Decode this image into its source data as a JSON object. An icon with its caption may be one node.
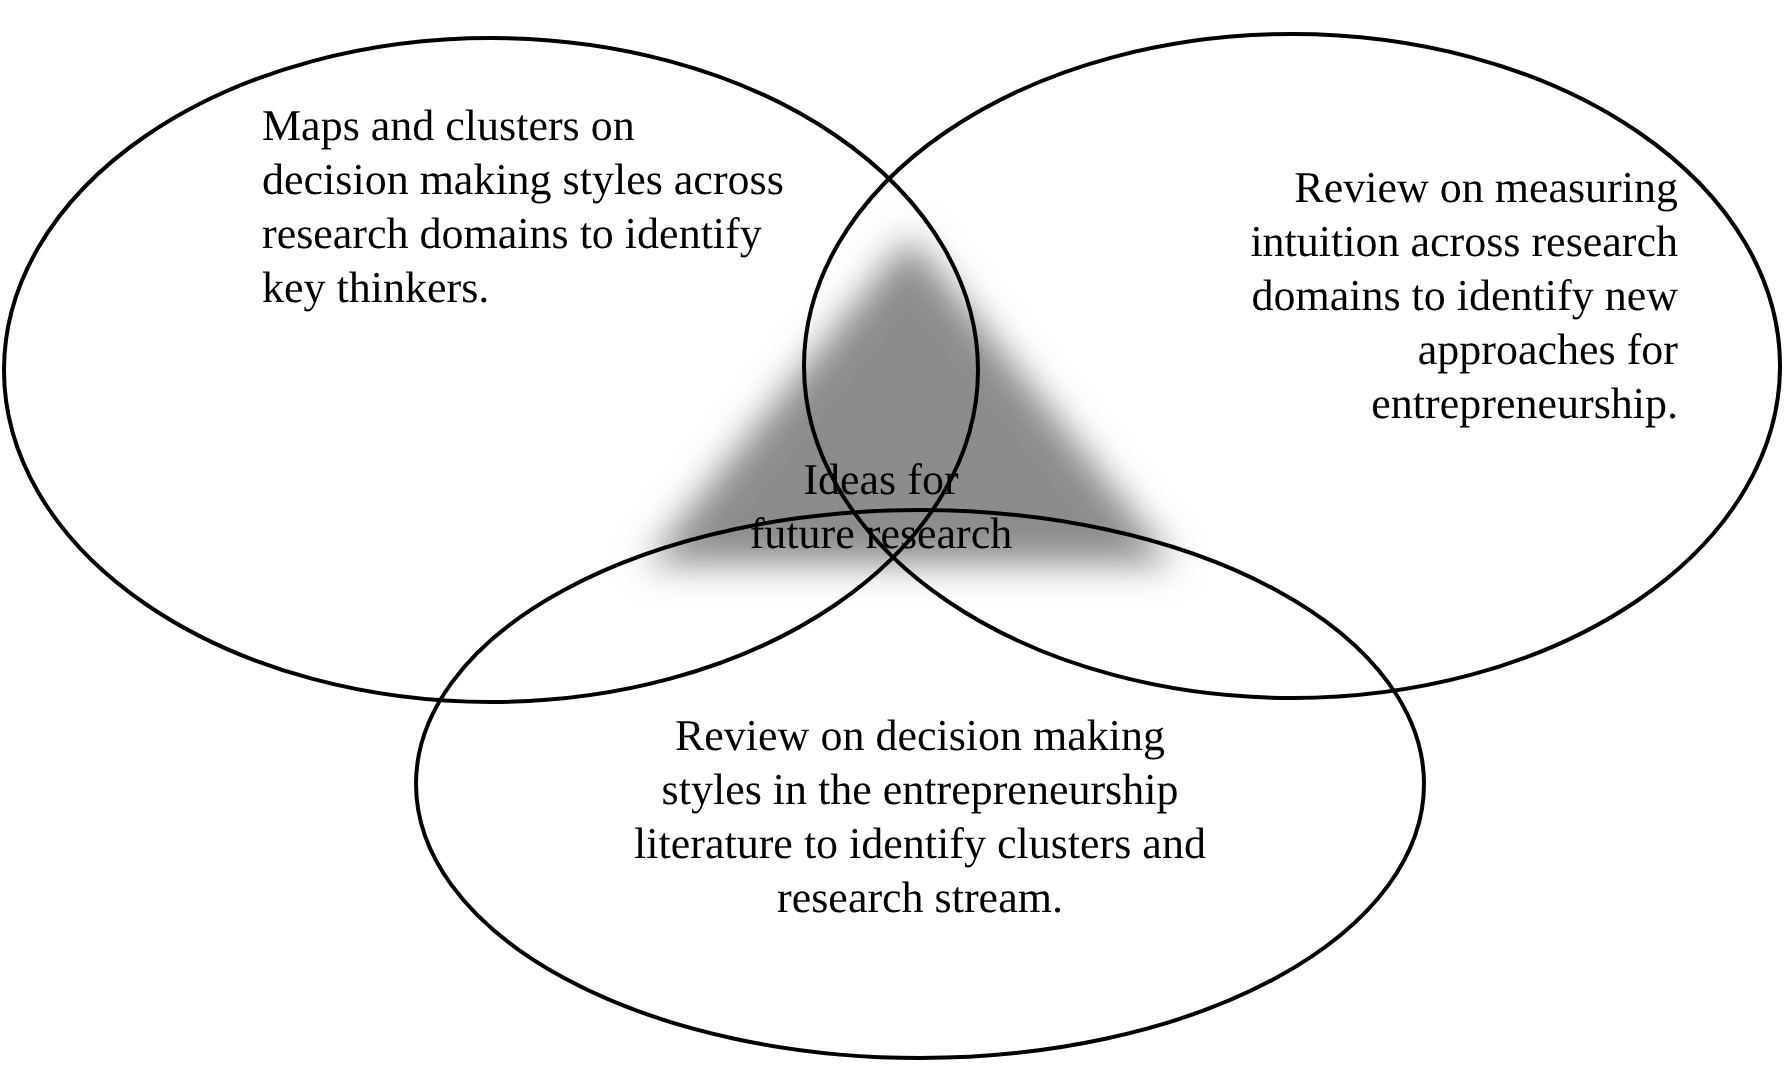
{
  "diagram": {
    "nodes": [
      {
        "text": [
          "Maps and clusters on decision making styles across research domains to identify key thinkers."
        ]
      },
      {
        "text": [
          "Review on measuring intuition across research domains to identify new approaches for entrepreneurship."
        ]
      },
      {
        "text": [
          "Review on decision making styles in the entrepreneurship literature to identify clusters and research stream."
        ]
      },
      {
        "text": [
          "Ideas for future research"
        ]
      }
    ]
  }
}
